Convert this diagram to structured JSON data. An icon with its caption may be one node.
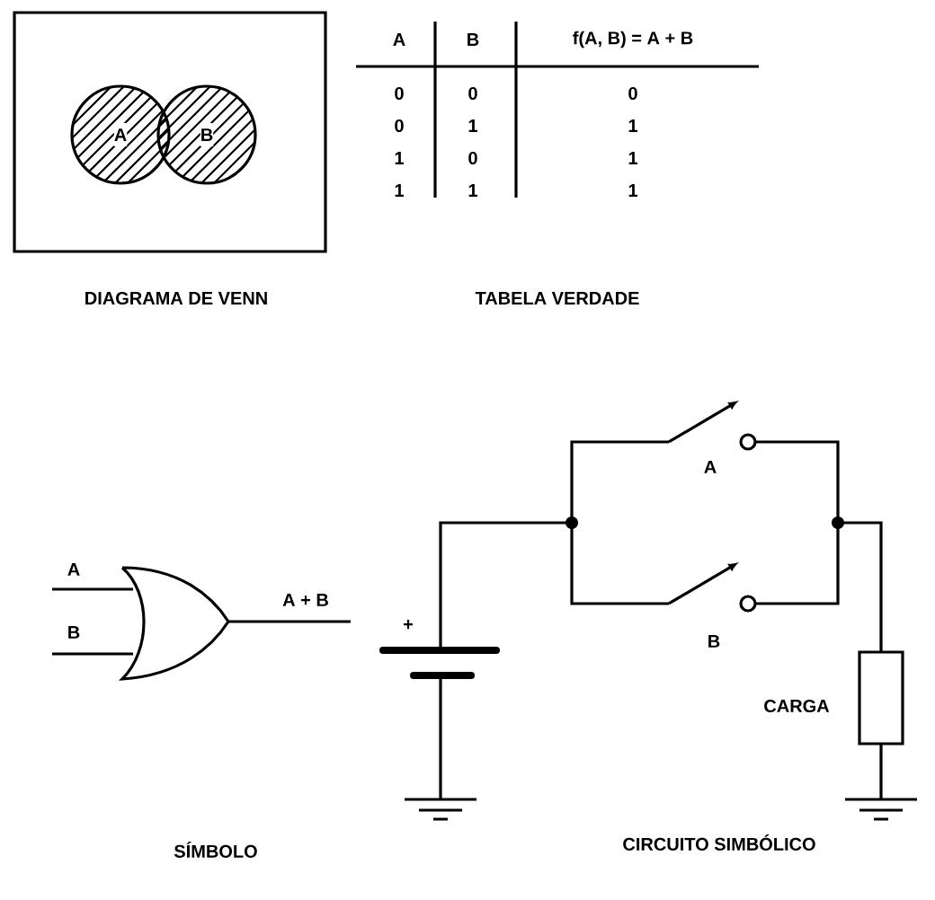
{
  "diagram": {
    "nodes": [
      {
        "text": [],
        "shape": "box"
      },
      {
        "text": [
          "A"
        ],
        "in": 0
      },
      {
        "text": [
          "B"
        ],
        "in": 0
      }
    ],
    "labels": [
      "A",
      "B",
      "f(A, B) = A + B",
      "0",
      "0",
      "0",
      "0",
      "1",
      "1",
      "1",
      "0",
      "1",
      "1",
      "1",
      "1",
      "DIAGRAMA DE VENN",
      "TABELA VERDADE",
      "A",
      "B",
      "A + B",
      "SÍMBOLO",
      "+",
      "A",
      "B",
      "CARGA",
      "CIRCUITO SIMBÓLICO"
    ]
  }
}
